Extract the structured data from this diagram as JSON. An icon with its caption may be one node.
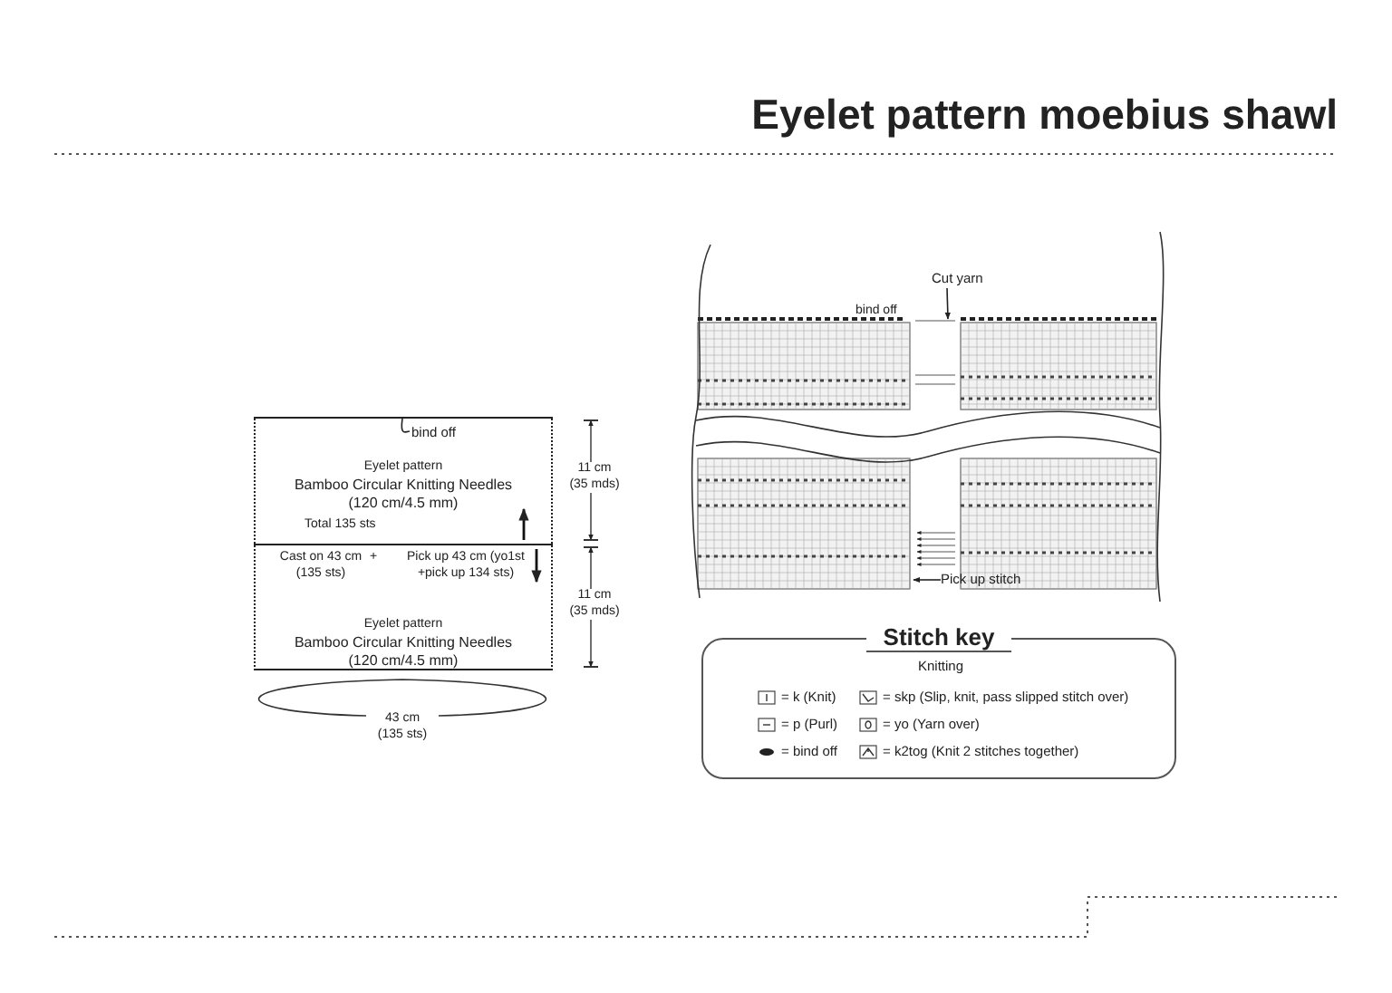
{
  "diagram": {
    "title": "Eyelet pattern moebius shawl",
    "nodes": [
      {
        "text": [
          "Eyelet pattern",
          "Bamboo Circular Knitting Needles (120 cm/4.5 mm)"
        ],
        "beside": [
          "11 cm (35 mds)"
        ]
      },
      {
        "text": [
          "bind off"
        ],
        "in": 0
      },
      {
        "text": [
          "Eyelet pattern",
          "Bamboo Circular Knitting Needles (120 cm/4.5 mm)"
        ],
        "beside": [
          "11 cm (35 mds)"
        ]
      },
      {
        "text": [
          "Cut yarn"
        ]
      },
      {
        "text": [
          "Pick up stitch"
        ]
      },
      {
        "text": [
          "Stitch key",
          "Knitting"
        ]
      }
    ],
    "edges": [
      {
        "from": 1,
        "to": null,
        "arrow": "none"
      },
      {
        "from": 3,
        "to": null,
        "arrow": "to"
      },
      {
        "from": 4,
        "to": null,
        "arrow": "to"
      }
    ],
    "labels": [
      "Total 135 sts",
      "Cast on 43 cm (135 sts)",
      "+",
      "Pick up 43 cm (yo1st +pick up 134 sts)",
      "43 cm (135 sts)",
      "bind off"
    ],
    "legend": [
      {
        "text": "= k (Knit)"
      },
      {
        "text": "= skp (Slip, knit, pass slipped stitch over)"
      },
      {
        "text": "= p (Purl)"
      },
      {
        "text": "= yo (Yarn over)"
      },
      {
        "text": "= bind off"
      },
      {
        "text": "= k2tog (Knit 2 stitches together)"
      }
    ]
  }
}
